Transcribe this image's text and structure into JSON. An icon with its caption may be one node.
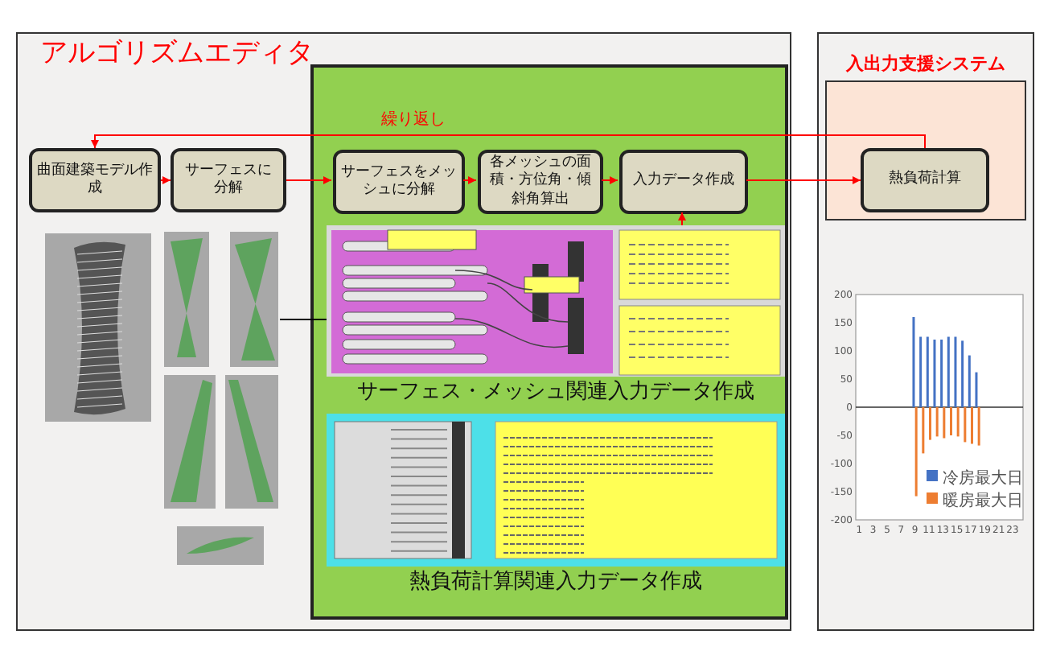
{
  "diagram": {
    "nodes": [
      {
        "text": [
          "アルゴリズムエディタ"
        ]
      },
      {
        "text": [
          "入出力支援システム"
        ]
      },
      {
        "text": [],
        "shape": "box",
        "in": 0
      },
      {
        "text": [
          "曲面建築モデル作成"
        ],
        "in": 0
      },
      {
        "text": [
          "サーフェスに分解"
        ],
        "in": 0
      },
      {
        "text": [
          "サーフェスをメッシュに分解"
        ],
        "in": 2
      },
      {
        "text": [
          "各メッシュの面積・方位角・傾斜角算出"
        ],
        "in": 2
      },
      {
        "text": [
          "入力データ作成"
        ],
        "in": 2
      },
      {
        "text": [],
        "shape": "box",
        "in": 1
      },
      {
        "text": [
          "熱負荷計算"
        ],
        "in": 8
      },
      {
        "text": [
          "サーフェス・メッシュ関連入力データ作成"
        ],
        "in": 2
      },
      {
        "text": [
          "熱負荷計算関連入力データ作成"
        ],
        "in": 2
      },
      {
        "text": [],
        "shape": "picture",
        "in": 0
      }
    ],
    "edges": [
      {
        "from": 3,
        "to": 4,
        "arrow": "to"
      },
      {
        "from": 4,
        "to": 5,
        "arrow": "to"
      },
      {
        "from": 5,
        "to": 6,
        "arrow": "to"
      },
      {
        "from": 6,
        "to": 7,
        "arrow": "to"
      },
      {
        "from": 7,
        "to": 9,
        "arrow": "to"
      },
      {
        "from": 9,
        "to": 3,
        "arrow": "to",
        "label": "繰り返し"
      },
      {
        "from": 10,
        "to": 7,
        "arrow": "to"
      },
      {
        "from": 12,
        "to": 10,
        "arrow": "none",
        "color": "#000000"
      }
    ],
    "chart_data": {
      "type": "bar",
      "x": [
        1,
        2,
        3,
        4,
        5,
        6,
        7,
        8,
        9,
        10,
        11,
        12,
        13,
        14,
        15,
        16,
        17,
        18,
        19,
        20,
        21,
        22,
        23,
        24
      ],
      "xticks": [
        1,
        3,
        5,
        7,
        9,
        11,
        13,
        15,
        17,
        19,
        21,
        23
      ],
      "xlim": [
        0.5,
        24.5
      ],
      "legend": "lower right",
      "ylim": [
        -200,
        200
      ],
      "yticks": [
        -200,
        -150,
        -100,
        -50,
        0,
        50,
        100,
        150,
        200
      ],
      "series": [
        {
          "name": "冷房最大日",
          "color": "#4472c4",
          "values": [
            0,
            0,
            0,
            0,
            0,
            0,
            0,
            0,
            160,
            125,
            125,
            120,
            120,
            125,
            125,
            118,
            92,
            62,
            0,
            0,
            0,
            0,
            0,
            0
          ]
        },
        {
          "name": "暖房最大日",
          "color": "#ed7d31",
          "values": [
            0,
            0,
            0,
            0,
            0,
            0,
            0,
            0,
            -158,
            -82,
            -58,
            -52,
            -55,
            -50,
            -52,
            -62,
            -65,
            -68,
            0,
            0,
            0,
            0,
            0,
            0
          ]
        }
      ]
    }
  }
}
